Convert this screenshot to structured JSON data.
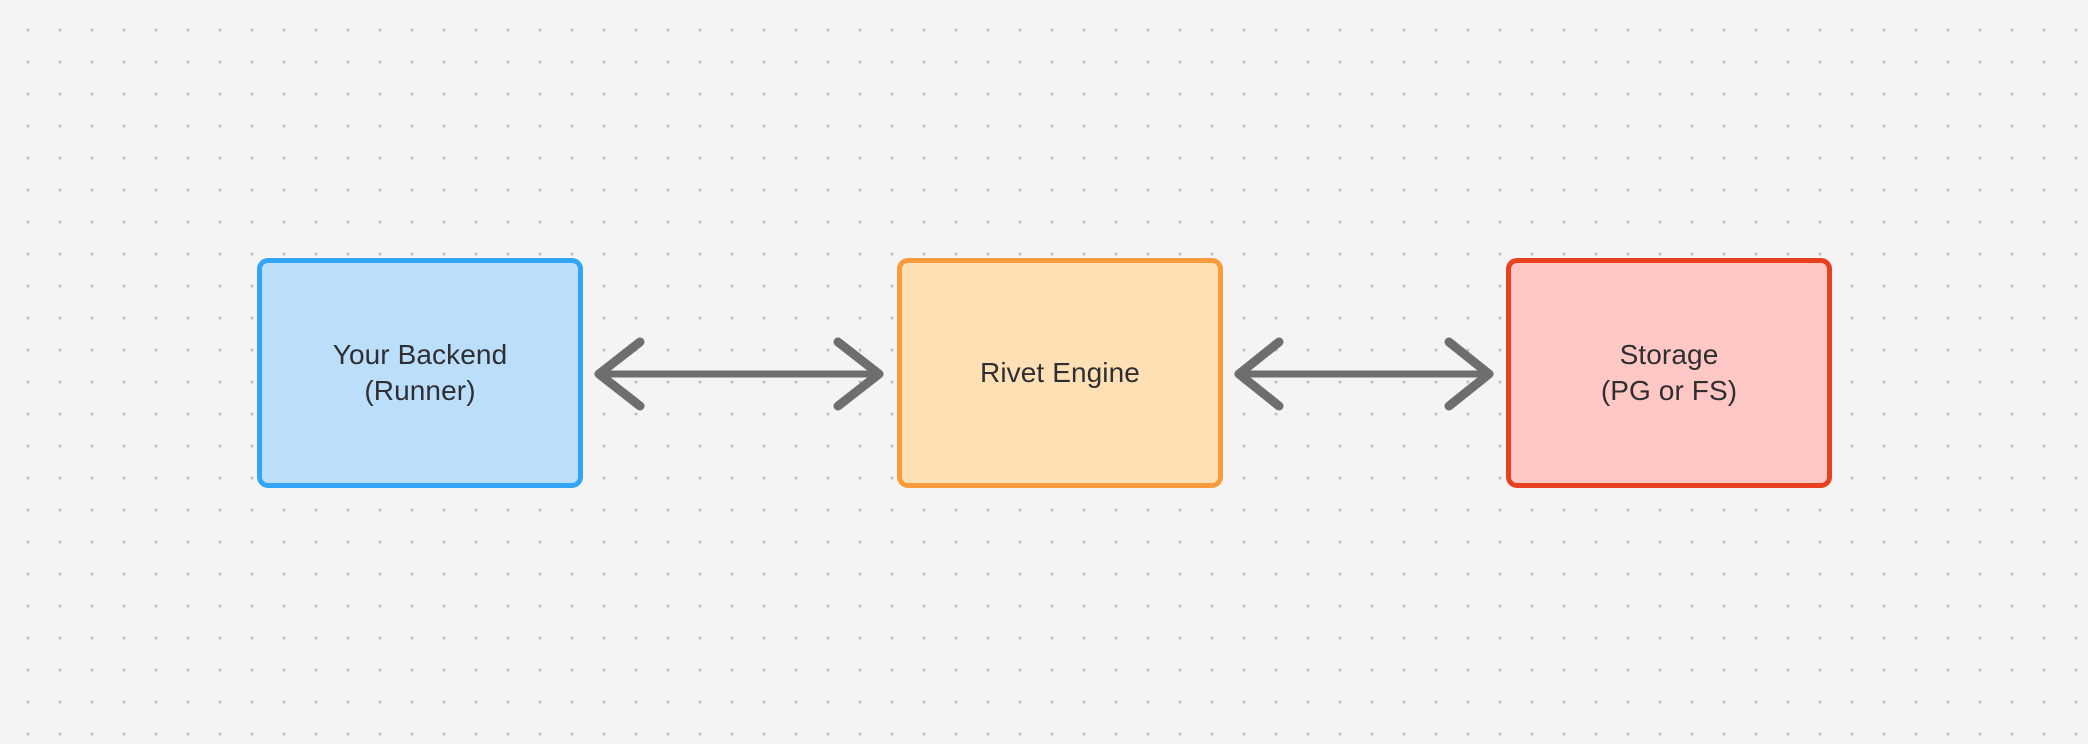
{
  "diagram": {
    "type": "flow",
    "title": "",
    "background": {
      "color": "#f4f4f4",
      "pattern": "dot-grid",
      "dot_color": "#c4c4c6",
      "dot_spacing": 32
    },
    "nodes": [
      {
        "id": "backend",
        "label_line1": "Your Backend",
        "label_line2": "(Runner)",
        "fill": "#bbdefb",
        "stroke": "#33a5f5",
        "shape": "rounded-rect"
      },
      {
        "id": "engine",
        "label_line1": "Rivet Engine",
        "label_line2": "",
        "fill": "#ffe0b5",
        "stroke": "#f79b3d",
        "shape": "rounded-rect"
      },
      {
        "id": "storage",
        "label_line1": "Storage",
        "label_line2": "(PG or FS)",
        "fill": "#ffc8c4",
        "stroke": "#e8411f",
        "shape": "rounded-rect"
      }
    ],
    "edges": [
      {
        "id": "backend-engine",
        "from": "backend",
        "to": "engine",
        "label": "",
        "direction": "bidirectional",
        "color": "#6e6e6e"
      },
      {
        "id": "engine-storage",
        "from": "engine",
        "to": "storage",
        "label": "",
        "direction": "bidirectional",
        "color": "#6e6e6e"
      }
    ]
  }
}
